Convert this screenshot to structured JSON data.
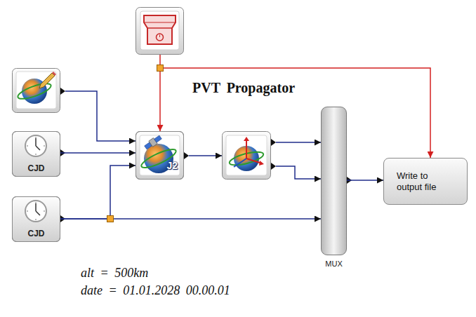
{
  "diagram": {
    "title": "PVT Propagator",
    "nodes": [
      {
        "text": [
          "CJD"
        ]
      },
      {
        "text": [
          "J2"
        ]
      },
      {
        "text": [
          "MUX"
        ]
      },
      {
        "text": [
          "Write to output file"
        ]
      },
      {
        "text": [
          "CJD"
        ]
      }
    ],
    "edges": [
      {
        "from": 0,
        "to": 1,
        "arrow": "to"
      },
      {
        "from": 4,
        "to": 1,
        "arrow": "to"
      },
      {
        "from": 4,
        "to": 2,
        "arrow": "to"
      },
      {
        "from": 2,
        "to": 3,
        "arrow": "to"
      }
    ],
    "labels": [
      "alt = 500km",
      "date = 01.01.2028 00.00.01"
    ]
  }
}
